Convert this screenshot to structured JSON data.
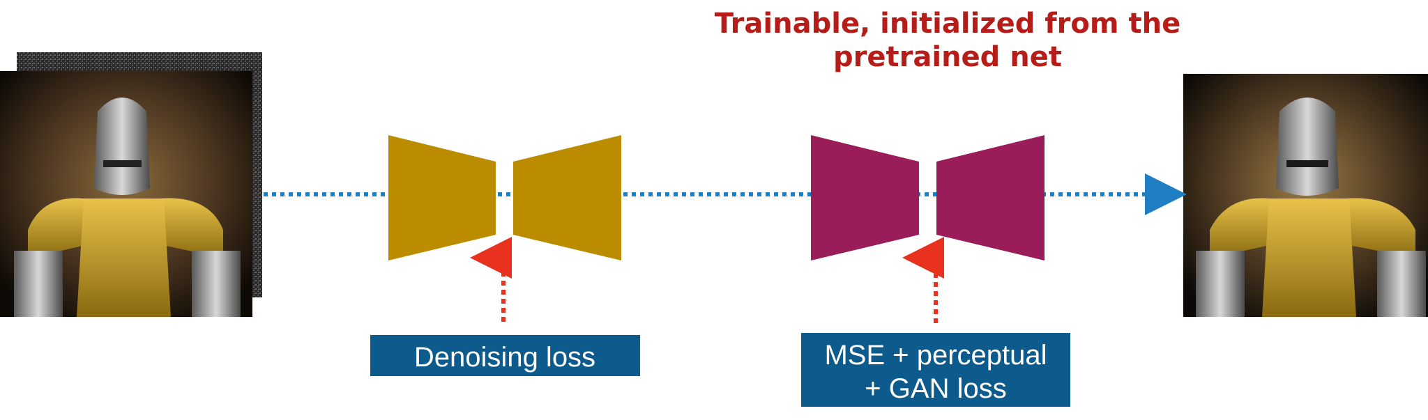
{
  "annotation": {
    "line1": "Trainable, initialized from the",
    "line2": "pretrained net"
  },
  "loss_boxes": {
    "denoising": "Denoising loss",
    "finetune_line1": "MSE + perceptual",
    "finetune_line2": "+ GAN loss"
  },
  "colors": {
    "pretrained_net": "#bb8c00",
    "trainable_net": "#9a1d5a",
    "loss_box": "#0d5b8c",
    "flow_arrow": "#1f7fc2",
    "loss_arrow": "#e8321f",
    "annotation_text": "#b61d18"
  },
  "icons": {
    "input_image": "knight-armor-noisy-image",
    "output_image": "knight-armor-enhanced-image"
  }
}
